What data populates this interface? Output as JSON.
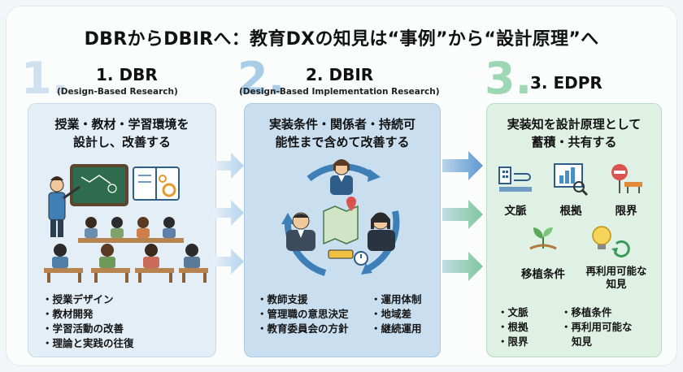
{
  "title": "DBRからDBIRへ：教育DXの知見は“事例”から“設計原理”へ",
  "columns": [
    {
      "number": "1.",
      "heading": "1. DBR",
      "subtitle": "(Design-Based Research)",
      "panel_text": [
        "授業・教材・学習環境を",
        "設計し、改善する"
      ],
      "bullets": [
        "授業デザイン",
        "教材開発",
        "学習活動の改善",
        "理論と実践の往復"
      ],
      "color": "#cfe1ef"
    },
    {
      "number": "2.",
      "heading": "2. DBIR",
      "subtitle": "(Design-Based Implementation Research)",
      "panel_text": [
        "実装条件・関係者・持続可",
        "能性まで含めて改善する"
      ],
      "bullets_left": [
        "教師支援",
        "管理職の意思決定",
        "教育委員会の方針"
      ],
      "bullets_right": [
        "運用体制",
        "地域差",
        "継続運用"
      ],
      "color": "#a9cde6"
    },
    {
      "number": "3.",
      "heading": "3. EDPR",
      "panel_text": [
        "実装知を設計原理として",
        "蓄積・共有する"
      ],
      "icon_labels": [
        "文脈",
        "根拠",
        "限界",
        "移植条件",
        "再利用可能な",
        "知見"
      ],
      "bullets_left": [
        "文脈",
        "根拠",
        "限界"
      ],
      "bullets_right": [
        "移植条件",
        "再利用可能な",
        "知見"
      ],
      "color": "#9ed7b4"
    }
  ]
}
